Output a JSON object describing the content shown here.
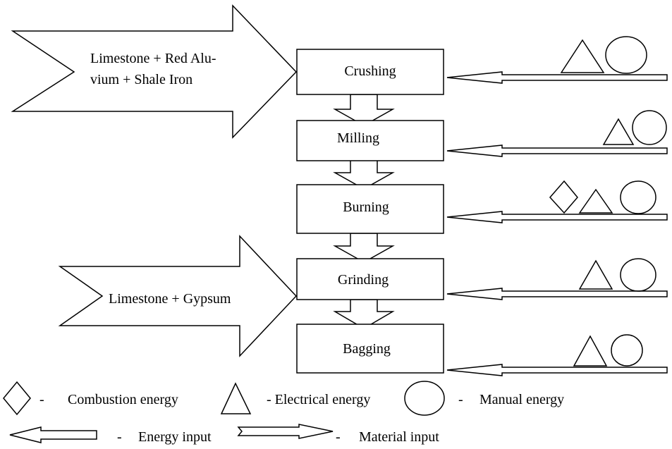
{
  "inputs": {
    "top_material": {
      "line1": "Limestone  +  Red  Alu-",
      "line2": "vium + Shale Iron"
    },
    "bottom_material": "Limestone + Gypsum"
  },
  "stages": [
    {
      "label": "Crushing",
      "energy": [
        "electrical",
        "manual"
      ]
    },
    {
      "label": "Milling",
      "energy": [
        "electrical",
        "manual"
      ]
    },
    {
      "label": "Burning",
      "energy": [
        "combustion",
        "electrical",
        "manual"
      ]
    },
    {
      "label": "Grinding",
      "energy": [
        "electrical",
        "manual"
      ]
    },
    {
      "label": "Bagging",
      "energy": [
        "electrical",
        "manual"
      ]
    }
  ],
  "legend": {
    "combustion": {
      "dash": "-",
      "label": "Combustion energy",
      "icon": "diamond-icon"
    },
    "electrical": {
      "dash": "- Electrical energy",
      "icon": "triangle-icon"
    },
    "manual": {
      "dash": "-",
      "label": "Manual energy",
      "icon": "circle-icon"
    },
    "energy_input": {
      "dash": "-",
      "label": "Energy input",
      "icon": "left-arrow-icon"
    },
    "material_input": {
      "dash": "-",
      "label": "Material input",
      "icon": "right-arrow-icon"
    }
  },
  "colors": {
    "stroke": "#000000",
    "background": "#ffffff"
  }
}
